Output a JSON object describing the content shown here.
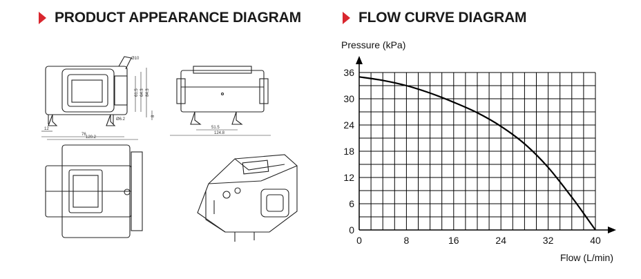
{
  "headings": {
    "left": "PRODUCT APPEARANCE DIAGRAM",
    "right": "FLOW CURVE DIAGRAM"
  },
  "colors": {
    "marker": "#d9262e",
    "line": "#000000",
    "grid": "#000000"
  },
  "drawing_dimensions": {
    "d10": "Ø10",
    "d6_2": "Ø6.2",
    "h61_5": "61.5",
    "h64_3": "64.3",
    "h84_3": "84.3",
    "h8": "8",
    "w12": "12",
    "w76": "76",
    "w51_5": "51.5",
    "w124_8": "124.8",
    "w120_2": "120.2"
  },
  "chart_data": {
    "type": "line",
    "title": "FLOW CURVE DIAGRAM",
    "xlabel": "Flow (L/min)",
    "ylabel": "Pressure (kPa)",
    "xlim": [
      0,
      40
    ],
    "ylim": [
      0,
      36
    ],
    "xticks": [
      0,
      8,
      16,
      24,
      32,
      40
    ],
    "yticks": [
      0,
      6,
      12,
      18,
      24,
      30,
      36
    ],
    "grid": true,
    "series": [
      {
        "x": [
          0,
          4,
          8,
          12,
          16,
          20,
          24,
          28,
          32,
          36,
          38,
          40
        ],
        "y": [
          35,
          34.2,
          33,
          31.3,
          29.2,
          26.8,
          23.7,
          19.7,
          14.3,
          7.5,
          3.8,
          0
        ]
      }
    ]
  }
}
